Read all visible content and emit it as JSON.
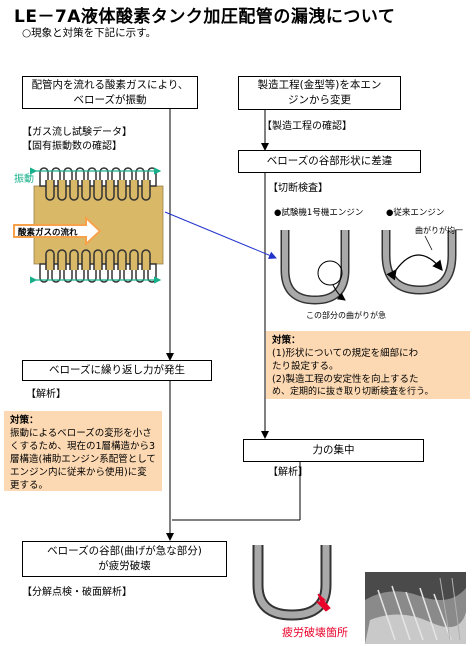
{
  "title": "LE－7A液体酸素タンク加圧配管の漏洩について",
  "subtitle": "○現象と対策を下記に示す。",
  "left_column": {
    "box1": [
      "配管内を流れる酸素ガスにより、",
      "ベローズが振動"
    ],
    "note1": [
      "【ガス流し試験データ】",
      "【固有振動数の確認】"
    ],
    "vibration_label": "振動",
    "flow_label": "酸素ガスの流れ",
    "box2": "ベローズに繰り返し力が発生",
    "note2": "【解析】",
    "countermeasure_title": "対策：",
    "countermeasure_text": [
      "振動によるベローズの変形を小さ",
      "くするため、現在の1層構造から3",
      "層構造(補助エンジン系配管として",
      "エンジン内に従来から使用)に変",
      "更する。"
    ],
    "box3": [
      "ベローズの谷部(曲げが急な部分)",
      "が疲労破壊"
    ],
    "note3": "【分解点検・破面解析】"
  },
  "right_column": {
    "box1": [
      "製造工程(金型等)を本エン",
      "ジンから変更"
    ],
    "note1": "【製造工程の確認】",
    "box2": "ベローズの谷部形状に差違",
    "note2": "【切断検査】",
    "label_test_engine": "●試験機1号機エンジン",
    "label_prev_engine": "●従来エンジン",
    "label_uniform_bend": "曲がりが均一",
    "label_sharp_bend": "この部分の曲がりが急",
    "countermeasure_title": "対策：",
    "countermeasure_text": [
      "(1)形状についての規定を細部にわ",
      "たり設定する。",
      "(2)製造工程の安定性を向上するた",
      "め、定期的に抜き取り切断検査を行う。"
    ],
    "box3": "力の集中",
    "note3": "【解析】",
    "fracture_label": "疲労破壊箇所"
  },
  "colors": {
    "bellows": "#d9b968",
    "peach": "#fcd9b3",
    "arrow_orange": "#f7a24a",
    "vibration_green": "#17b08a",
    "connector_blue": "#2233cc",
    "fracture_red": "#e8002a",
    "pipe_gray": "#a9a9a9"
  }
}
